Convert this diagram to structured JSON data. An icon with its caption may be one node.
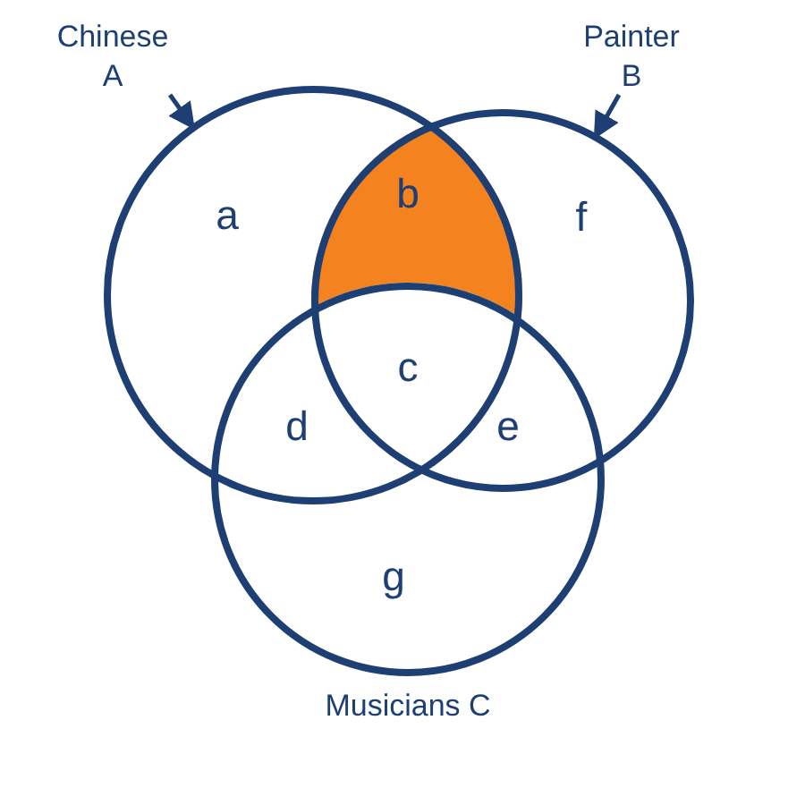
{
  "diagram": {
    "nodes": [
      {
        "text": [
          "Chinese A"
        ]
      },
      {
        "text": [],
        "shape": "circle"
      },
      {
        "text": [
          "Painter B"
        ]
      },
      {
        "text": [],
        "shape": "circle"
      },
      {
        "text": [
          "Musicians C"
        ]
      }
    ],
    "edges": [
      {
        "from": 0,
        "to": 1,
        "arrow": "to"
      },
      {
        "from": 2,
        "to": 3,
        "arrow": "to"
      }
    ],
    "labels": [
      "a",
      "b",
      "f",
      "c",
      "d",
      "e",
      "g"
    ]
  }
}
